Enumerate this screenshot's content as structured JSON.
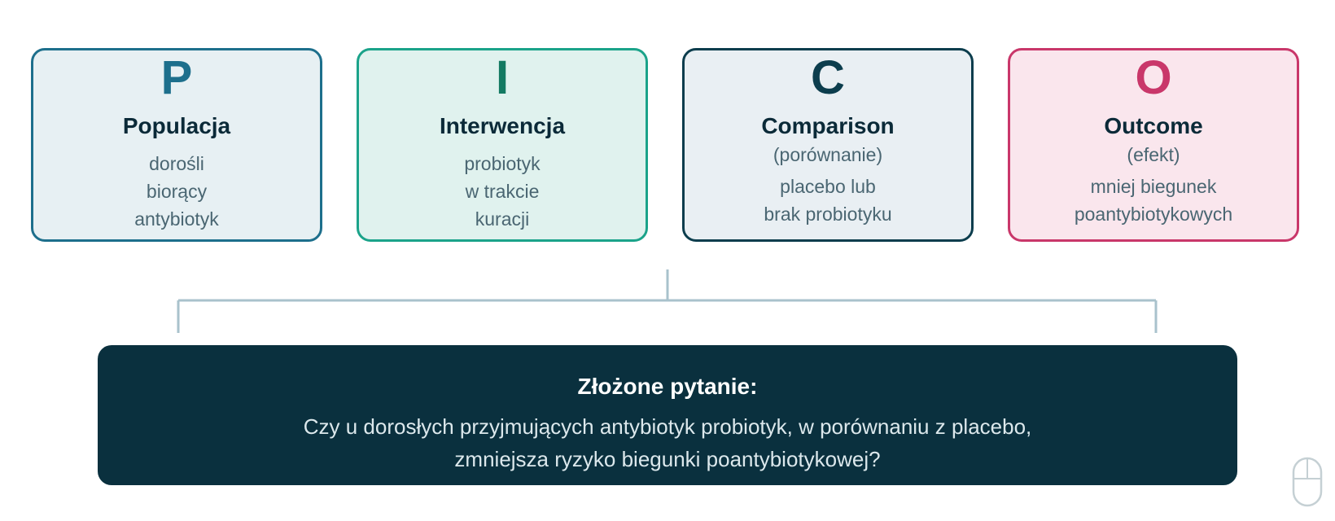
{
  "cards": [
    {
      "letter": "P",
      "title": "Populacja",
      "subtitle": "",
      "lines": [
        "dorośli",
        "biorący",
        "antybiotyk"
      ]
    },
    {
      "letter": "I",
      "title": "Interwencja",
      "subtitle": "",
      "lines": [
        "probiotyk",
        "w trakcie",
        "kuracji"
      ]
    },
    {
      "letter": "C",
      "title": "Comparison",
      "subtitle": "(porównanie)",
      "lines": [
        "placebo lub",
        "brak probiotyku"
      ]
    },
    {
      "letter": "O",
      "title": "Outcome",
      "subtitle": "(efekt)",
      "lines": [
        "mniej biegunek",
        "poantybiotykowych"
      ]
    }
  ],
  "question": {
    "label": "Złożone pytanie:",
    "lines": [
      "Czy u dorosłych przyjmujących antybiotyk probiotyk, w porównaniu z placebo,",
      "zmniejsza ryzyko biegunki poantybiotykowej?"
    ]
  },
  "colors": {
    "p_accent": "#1d6f8c",
    "i_accent": "#1ba38a",
    "c_accent": "#0c3d4d",
    "o_accent": "#c9376a",
    "question_bg": "#0a303e",
    "connector": "#a9c2cc"
  },
  "icons": {
    "corner": "mouse-icon"
  }
}
